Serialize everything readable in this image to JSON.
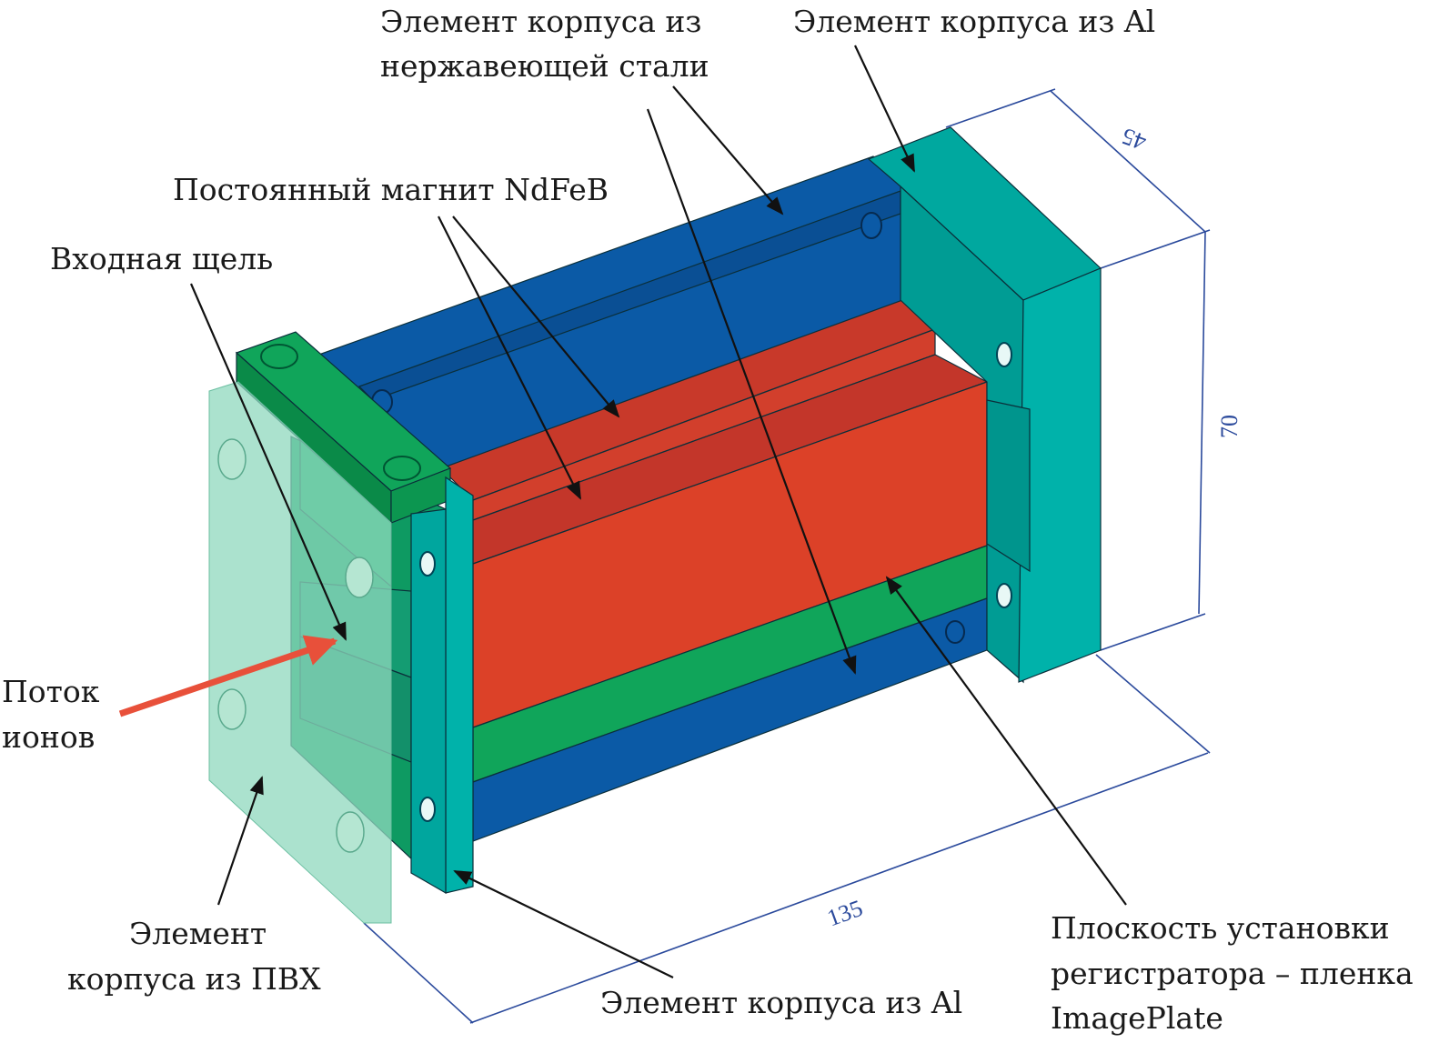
{
  "labels": {
    "steel_body": [
      "Элемент корпуса из",
      "нержавеющей стали"
    ],
    "al_body_top": "Элемент корпуса из Al",
    "magnet": "Постоянный магнит NdFeB",
    "entrance_slit": "Входная щель",
    "ion_flux": [
      "Поток",
      "ионов"
    ],
    "pvc_body": [
      "Элемент",
      "корпуса из  ПВХ"
    ],
    "al_body_bottom": "Элемент корпуса из Al",
    "detector_plane": [
      "Плоскость установки",
      "регистратора – пленка",
      "ImagePlate"
    ]
  },
  "dimensions": {
    "depth": "45",
    "height": "70",
    "length": "135"
  },
  "colors": {
    "steel": "#0b5aa6",
    "magnet": "#dc4128",
    "green": "#10a55a",
    "aluminum": "#00b2aa",
    "pvc": "#8fd8be",
    "ion_arrow": "#e8503a",
    "dimension": "#2b4a9c"
  }
}
